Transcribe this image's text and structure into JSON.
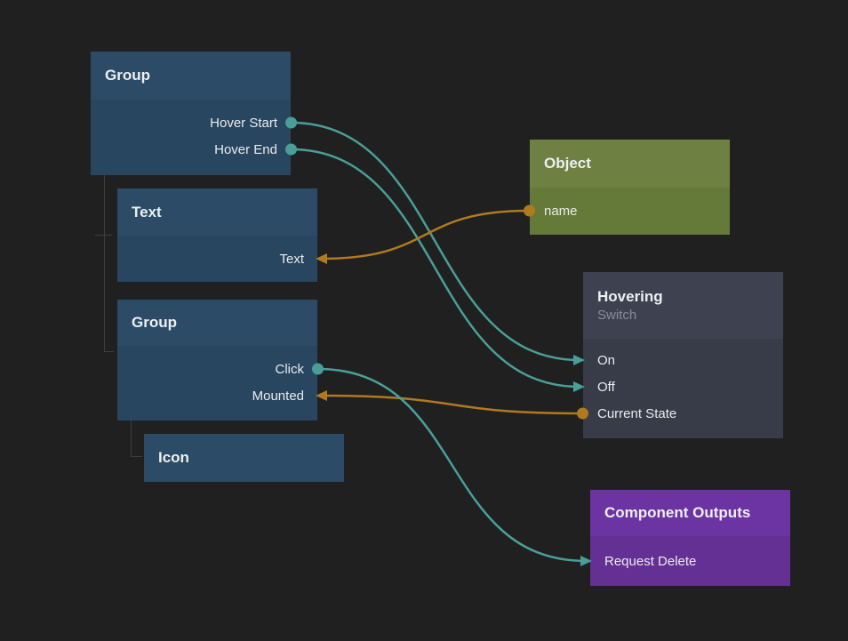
{
  "canvas": {
    "background": "#202020"
  },
  "colors": {
    "teal": "#4a9e98",
    "orange": "#b07a1e",
    "node_blue_header": "#2b4b66",
    "node_blue_body": "#284660",
    "node_green_header": "#6e8142",
    "node_green_body": "#657939",
    "node_gray_header": "#3e4250",
    "node_gray_body": "#383c48",
    "node_purple_header": "#6c34a3",
    "node_purple_body": "#653093"
  },
  "nodes": {
    "group1": {
      "title": "Group",
      "ports": [
        {
          "label": "Hover Start"
        },
        {
          "label": "Hover End"
        }
      ]
    },
    "text1": {
      "title": "Text",
      "ports": [
        {
          "label": "Text"
        }
      ]
    },
    "group2": {
      "title": "Group",
      "ports": [
        {
          "label": "Click"
        },
        {
          "label": "Mounted"
        }
      ]
    },
    "icon1": {
      "title": "Icon",
      "ports": []
    },
    "object1": {
      "title": "Object",
      "ports": [
        {
          "label": "name"
        }
      ]
    },
    "hovering": {
      "title": "Hovering",
      "subtitle": "Switch",
      "ports": [
        {
          "label": "On"
        },
        {
          "label": "Off"
        },
        {
          "label": "Current State"
        }
      ]
    },
    "component_outputs": {
      "title": "Component Outputs",
      "ports": [
        {
          "label": "Request Delete"
        }
      ]
    }
  },
  "edges": [
    {
      "from": "group1.hover-start",
      "to": "hovering.on",
      "color": "teal"
    },
    {
      "from": "group1.hover-end",
      "to": "hovering.off",
      "color": "teal"
    },
    {
      "from": "object1.name",
      "to": "text1.text",
      "color": "orange"
    },
    {
      "from": "hovering.current-state",
      "to": "group2.mounted",
      "color": "orange"
    },
    {
      "from": "group2.click",
      "to": "component_outputs.request-delete",
      "color": "teal"
    }
  ]
}
